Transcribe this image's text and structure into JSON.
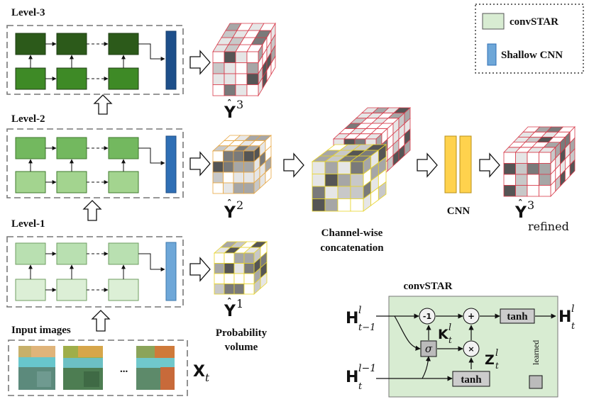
{
  "levels": [
    {
      "label": "Level-3"
    },
    {
      "label": "Level-2"
    },
    {
      "label": "Level-1"
    }
  ],
  "input": {
    "label": "Input images",
    "ellipsis": "...",
    "var": "X",
    "var_sub": "t"
  },
  "legend": {
    "convstar": "convSTAR",
    "shallow": "Shallow CNN"
  },
  "outputs": {
    "y3": {
      "base": "Y",
      "sup": "3"
    },
    "y2": {
      "base": "Y",
      "sup": "2"
    },
    "y1": {
      "base": "Y",
      "sup": "1"
    },
    "prob_line1": "Probability",
    "prob_line2": "volume"
  },
  "concat": {
    "line1": "Channel-wise",
    "line2": "concatenation"
  },
  "cnn": "CNN",
  "refined": {
    "base": "Y",
    "sup": "3",
    "sub": "refined"
  },
  "cell": {
    "title": "convSTAR",
    "h_prev_time": {
      "base": "H",
      "sup": "l",
      "sub": "t−1"
    },
    "h_prev_layer": {
      "base": "H",
      "sup": "l−1",
      "sub": "t"
    },
    "h_out": {
      "base": "H",
      "sup": "l",
      "sub": "t"
    },
    "k": {
      "base": "K",
      "sup": "l",
      "sub": "t"
    },
    "z": {
      "base": "Z",
      "sup": "l",
      "sub": "t"
    },
    "op_neg1": "-1",
    "op_plus": "+",
    "op_mul": "×",
    "sigma": "σ",
    "tanh_top": "tanh",
    "tanh_bottom": "tanh",
    "learned": "learned"
  },
  "colors": {
    "lvl1_top": "#b9e0b1",
    "lvl1_bot": "#dcefd6",
    "lvl2_top": "#73b85f",
    "lvl2_bot": "#a3d48f",
    "lvl3_top": "#2c5a1a",
    "lvl3_bot": "#3e8a26",
    "cnn1": "#6ea7d8",
    "cnn2": "#2f6fb5",
    "cnn3": "#1d4f8a",
    "refine_cnn": "#ffd24d",
    "cell_bg": "#d8ecd2"
  }
}
